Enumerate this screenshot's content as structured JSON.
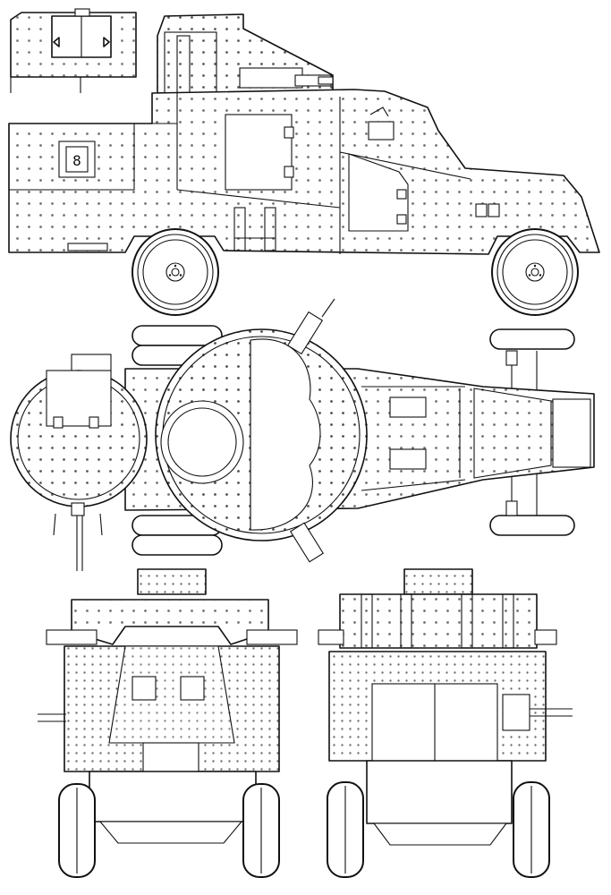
{
  "drawing": {
    "kind": "line-drawing",
    "subject": "armoured car",
    "stroke_color": "#111111",
    "paper_color": "#ffffff",
    "views": [
      {
        "id": "side",
        "icon": "side-elevation"
      },
      {
        "id": "top",
        "icon": "plan-view"
      },
      {
        "id": "front",
        "icon": "front-elevation"
      },
      {
        "id": "rear",
        "icon": "rear-elevation"
      }
    ]
  },
  "side_view": {
    "hatch_number": "8"
  }
}
